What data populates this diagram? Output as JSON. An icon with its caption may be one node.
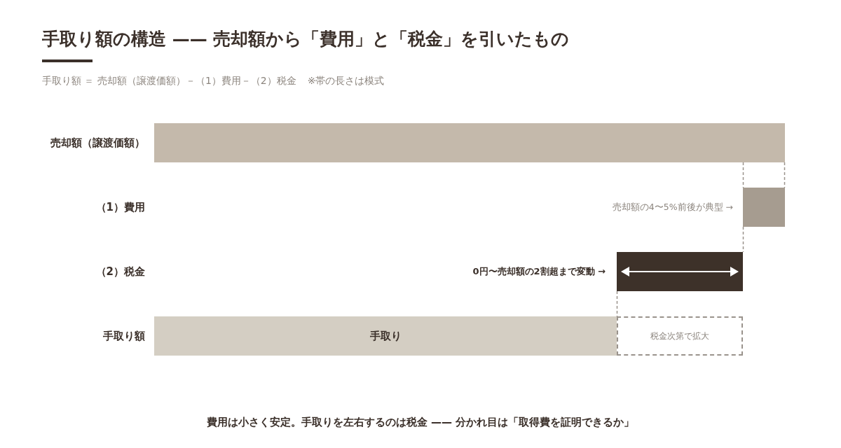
{
  "diagram": {
    "title": "手取り額の構造 —— 売却額から「費用」と「税金」を引いたもの",
    "caption": "費用は小さく安定。手取りを左右するのは税金 —— 分かれ目は「取得費を証明できるか」",
    "nodes": [
      {
        "text": [],
        "shape": "bar",
        "beside": [
          "売却額（譲渡価額）"
        ]
      },
      {
        "text": [],
        "shape": "bar",
        "beside": [
          "売却額の4〜5%前後が典型 →"
        ]
      },
      {
        "text": [],
        "shape": "bar",
        "beside": [
          "0円〜売却額の2割超まで変動 →"
        ]
      },
      {
        "text": [
          "手取り"
        ],
        "beside": [
          "手取り額"
        ]
      },
      {
        "text": [
          "税金次第で拡大"
        ]
      }
    ],
    "edges": [
      {
        "from": 0,
        "to": 1,
        "arrow": "none",
        "style": "dashed"
      },
      {
        "from": 0,
        "to": 1,
        "arrow": "none",
        "style": "dashed"
      },
      {
        "from": 1,
        "to": 2,
        "arrow": "none",
        "style": "dashed"
      },
      {
        "from": 2,
        "to": 4,
        "arrow": "none",
        "style": "dashed"
      }
    ],
    "labels": [
      "手取り額 ＝ 売却額（譲渡価額）－（1）費用－（2）税金",
      "※帯の長さは模式",
      "（1）費用",
      "（2）税金"
    ]
  }
}
